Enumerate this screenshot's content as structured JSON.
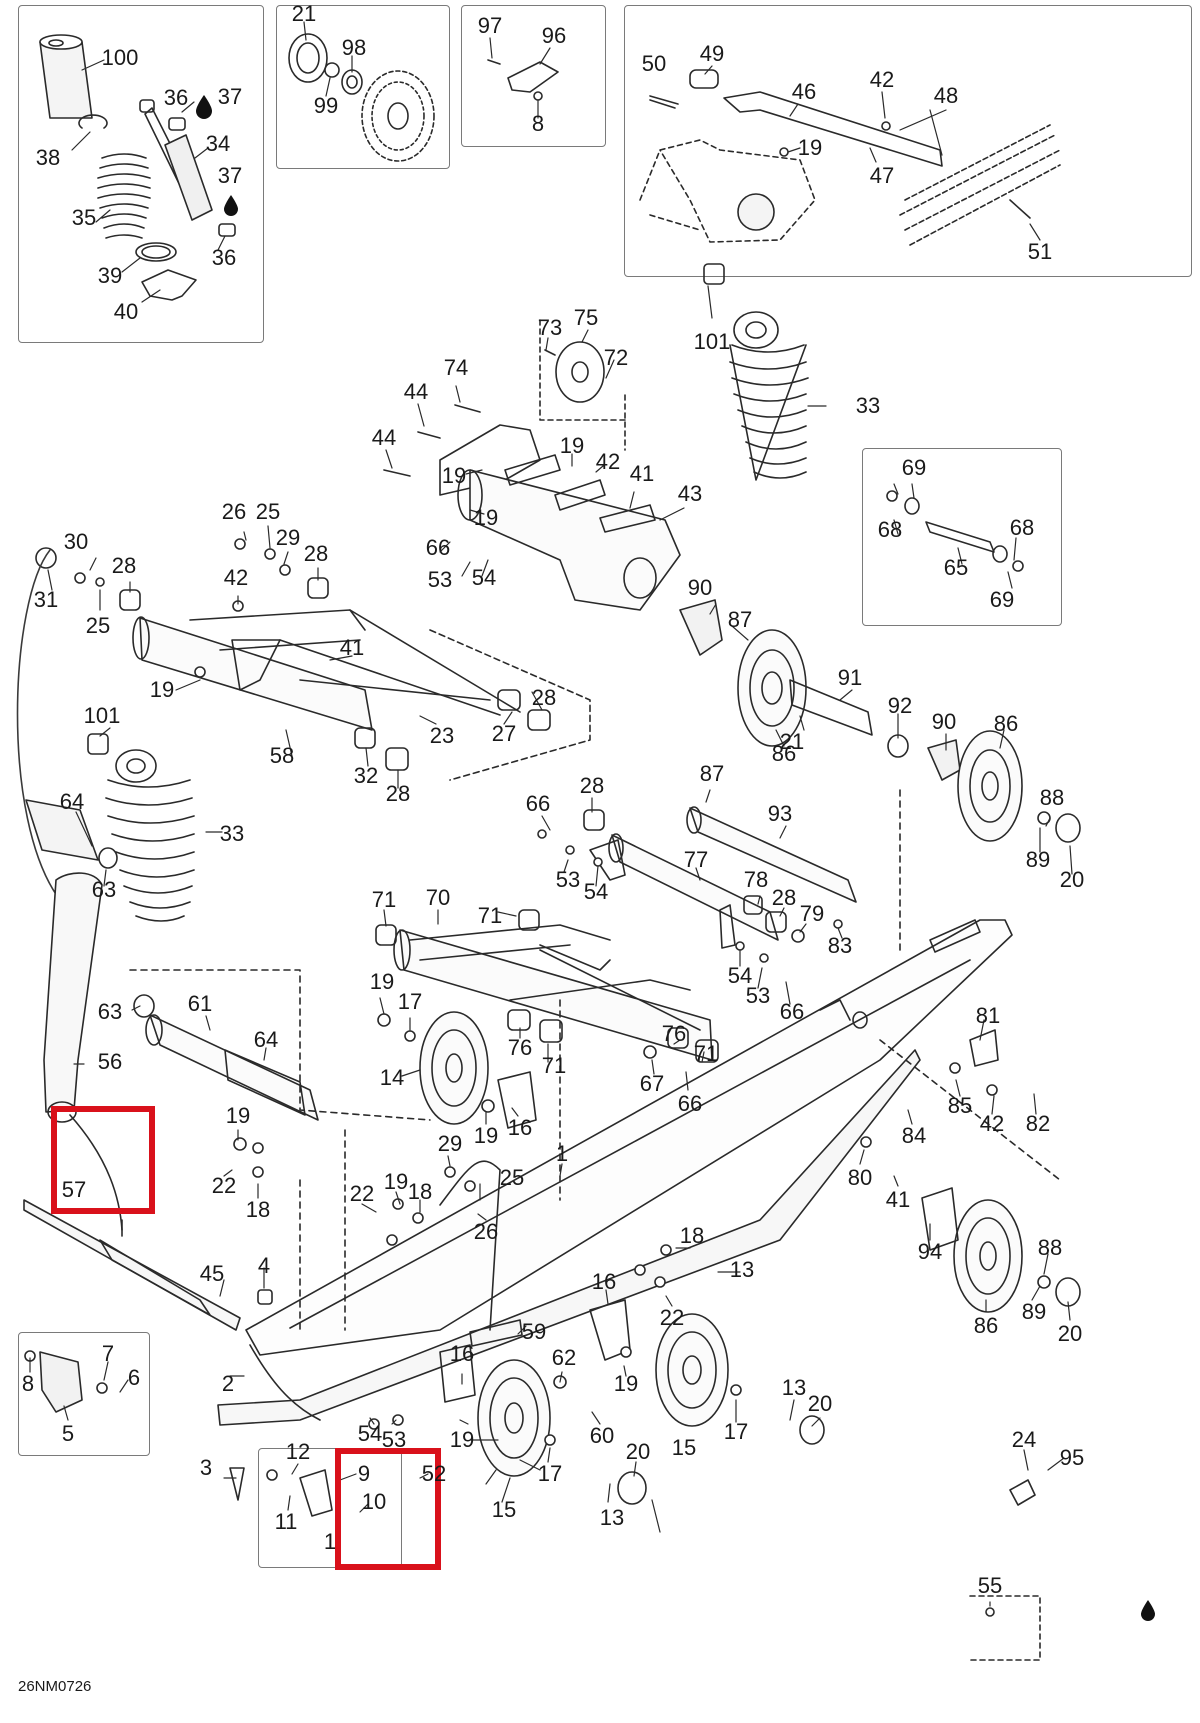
{
  "diagram_code": "26NM0726",
  "highlight_color": "#d9111b",
  "line_color": "#2a2a2a",
  "lubricant_icon": "oil-drop-icon",
  "callouts": {
    "n100": "100",
    "n36a": "36",
    "n37a": "37",
    "n38": "38",
    "n34": "34",
    "n37b": "37",
    "n35": "35",
    "n39": "39",
    "n36b": "36",
    "n40": "40",
    "n21a": "21",
    "n98": "98",
    "n99": "99",
    "n97": "97",
    "n96": "96",
    "n8a": "8",
    "n50": "50",
    "n49": "49",
    "n46": "46",
    "n42a": "42",
    "n48": "48",
    "n19a": "19",
    "n47": "47",
    "n51": "51",
    "n101a": "101",
    "n33a": "33",
    "n73": "73",
    "n75": "75",
    "n72": "72",
    "n74": "74",
    "n44a": "44",
    "n44b": "44",
    "n19b": "19",
    "n19c": "19",
    "n42b": "42",
    "n41a": "41",
    "n19d": "19",
    "n43": "43",
    "n66a": "66",
    "n53a": "53",
    "n54a": "54",
    "n69a": "69",
    "n68a": "68",
    "n68b": "68",
    "n65": "65",
    "n69b": "69",
    "n26a": "26",
    "n25a": "25",
    "n29a": "29",
    "n28a": "28",
    "n30": "30",
    "n28b": "28",
    "n31": "31",
    "n25b": "25",
    "n42c": "42",
    "n41b": "41",
    "n19e": "19",
    "n101b": "101",
    "n58": "58",
    "n23": "23",
    "n27": "27",
    "n28c": "28",
    "n32": "32",
    "n28d": "28",
    "n90a": "90",
    "n87a": "87",
    "n91": "91",
    "n92": "92",
    "n86a": "86",
    "n21b": "21",
    "n90b": "90",
    "n86b": "86",
    "n88a": "88",
    "n89a": "89",
    "n20a": "20",
    "n64a": "64",
    "n63a": "63",
    "n33b": "33",
    "n28e": "28",
    "n66b": "66",
    "n87b": "87",
    "n93": "93",
    "n77": "77",
    "n53b": "53",
    "n54b": "54",
    "n71a": "71",
    "n70": "70",
    "n71b": "71",
    "n78": "78",
    "n28f": "28",
    "n79": "79",
    "n83": "83",
    "n54c": "54",
    "n53c": "53",
    "n66c": "66",
    "n63b": "63",
    "n61": "61",
    "n64b": "64",
    "n19f": "19",
    "n17a": "17",
    "n56": "56",
    "n76a": "76",
    "n71c": "71",
    "n76b": "76",
    "n71d": "71",
    "n14": "14",
    "n67": "67",
    "n66d": "66",
    "n81": "81",
    "n85": "85",
    "n42d": "42",
    "n82": "82",
    "n57": "57",
    "n19g": "19",
    "n29b": "29",
    "n19h": "19",
    "n16a": "16",
    "n1a": "1",
    "n22a": "22",
    "n18a": "18",
    "n25c": "25",
    "n84": "84",
    "n80": "80",
    "n41c": "41",
    "n22b": "22",
    "n19i": "19",
    "n18b": "18",
    "n26b": "26",
    "n18c": "18",
    "n13a": "13",
    "n94": "94",
    "n88b": "88",
    "n45": "45",
    "n4": "4",
    "n16b": "16",
    "n22c": "22",
    "n89b": "89",
    "n86c": "86",
    "n20b": "20",
    "n59": "59",
    "n7": "7",
    "n8b": "8",
    "n6": "6",
    "n2": "2",
    "n16c": "16",
    "n62": "62",
    "n19j": "19",
    "n5": "5",
    "n54d": "54",
    "n53d": "53",
    "n60": "60",
    "n13b": "13",
    "n20c": "20",
    "n19k": "19",
    "n17b": "17",
    "n15a": "15",
    "n3": "3",
    "n12": "12",
    "n9": "9",
    "n52": "52",
    "n20d": "20",
    "n24": "24",
    "n95": "95",
    "n10": "10",
    "n11": "11",
    "n17c": "17",
    "n15b": "15",
    "n13c": "13",
    "n55": "55",
    "n1b": "1"
  }
}
